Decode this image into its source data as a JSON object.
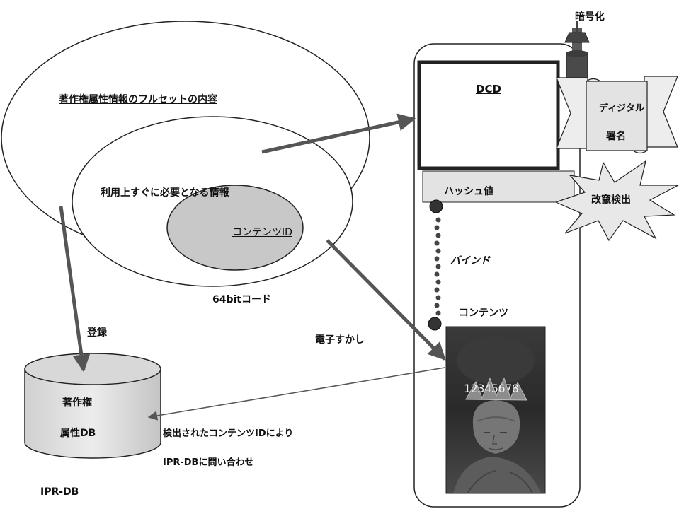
{
  "diagram": {
    "fullset_label": "著作権属性情報のフルセットの内容",
    "needed_label": "利用上すぐに必要となる情報",
    "content_id_label": "コンテンツID",
    "code_label": "64bitコード",
    "register_label": "登録",
    "watermark_label": "電子すかし",
    "db_label_line1": "著作権",
    "db_label_line2": "属性DB",
    "db_caption": "IPR-DB",
    "query_label_line1": "検出されたコンテンツIDにより",
    "query_label_line2": "IPR-DBに問い合わせ",
    "dcd_label": "DCD",
    "hash_label": "ハッシュ値",
    "bind_label": "バインド",
    "contents_label": "コンテンツ",
    "encrypt_label": "暗号化",
    "signature_label_line1": "ディジタル",
    "signature_label_line2": "署名",
    "tamper_label": "改竄検出",
    "watermark_number": "12345678"
  },
  "colors": {
    "arrow": "#555555",
    "outline": "#222222",
    "content_id_fill": "#c8c8c8",
    "hash_fill": "#e3e3e3",
    "photo_dark": "#2c2c2c"
  },
  "icons": {
    "database": "cylinder-shape",
    "encrypt": "tower-icon",
    "signature": "scroll-banner-icon",
    "tamper": "starburst-icon",
    "photo": "statue-of-liberty-photo"
  }
}
